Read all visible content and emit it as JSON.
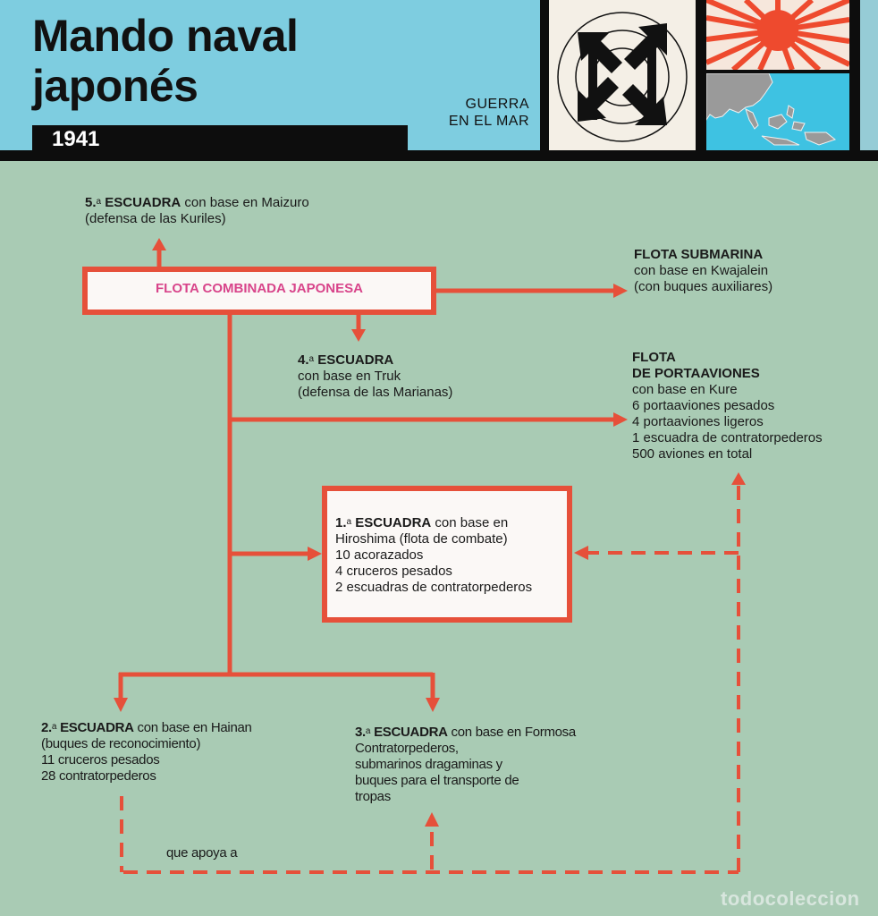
{
  "header": {
    "title_line1": "Mando naval",
    "title_line2": "japonés",
    "year": "1941",
    "subject_line1": "GUERRA",
    "subject_line2": "EN EL MAR",
    "icons": [
      "naval-arrows-emblem-icon",
      "rising-sun-flag-icon",
      "southeast-asia-map-icon"
    ]
  },
  "colors": {
    "header_blue": "#7ecde0",
    "background_green": "#a9cbb4",
    "arrow_red": "#e6503a",
    "title_magenta": "#d8448a",
    "sun_red": "#ee4a2e",
    "sea_blue": "#3ec2e2"
  },
  "diagram": {
    "root": {
      "label": "FLOTA COMBINADA JAPONESA"
    },
    "fifth": {
      "num": "5.",
      "ord": "a",
      "name": "ESCUADRA",
      "line1_rest": " con base en Maizuro",
      "lines": [
        "(defensa de las Kuriles)"
      ]
    },
    "submarine": {
      "name": "FLOTA SUBMARINA",
      "lines": [
        "con base en Kwajalein",
        "(con buques auxiliares)"
      ]
    },
    "fourth": {
      "num": "4.",
      "ord": "a",
      "name": "ESCUADRA",
      "lines": [
        "con base en Truk",
        "(defensa de las Marianas)"
      ]
    },
    "carriers": {
      "name_line1": "FLOTA",
      "name_line2": "DE PORTAAVIONES",
      "lines": [
        "con base en Kure",
        "6 portaaviones pesados",
        "4 portaaviones ligeros",
        "1 escuadra de contratorpederos",
        "500 aviones en total"
      ]
    },
    "first": {
      "num": "1.",
      "ord": "a",
      "name": "ESCUADRA",
      "line1_rest": " con base en",
      "lines": [
        "Hiroshima (flota de combate)",
        "10 acorazados",
        "4 cruceros pesados",
        "2 escuadras de contratorpederos"
      ]
    },
    "second": {
      "num": "2.",
      "ord": "a",
      "name": "ESCUADRA",
      "line1_rest": " con base en Hainan",
      "lines": [
        "(buques de reconocimiento)",
        "11 cruceros pesados",
        "28 contratorpederos"
      ]
    },
    "third": {
      "num": "3.",
      "ord": "a",
      "name": "ESCUADRA",
      "line1_rest": " con base en Formosa",
      "lines": [
        "Contratorpederos,",
        "submarinos dragaminas y",
        "buques para el transporte de",
        "tropas"
      ]
    },
    "support_label": "que apoya a"
  },
  "watermark": "todocoleccion"
}
